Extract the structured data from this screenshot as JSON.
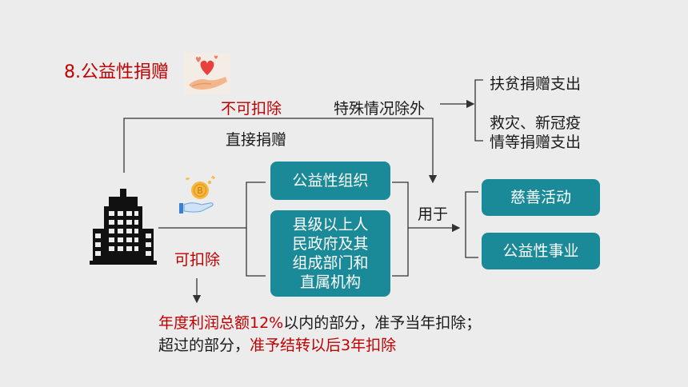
{
  "title": "8.公益性捐赠",
  "labels": {
    "not_deductible": "不可扣除",
    "special_cases": "特殊情况除外",
    "direct_donation": "直接捐赠",
    "deductible": "可扣除",
    "used_for": "用于"
  },
  "special_items": {
    "poverty": "扶贫捐赠支出",
    "disaster_line1": "救灾、新冠疫",
    "disaster_line2": "情等捐赠支出"
  },
  "recipients": {
    "org": "公益性组织",
    "gov_line1": "县级以上人",
    "gov_line2": "民政府及其",
    "gov_line3": "组成部门和",
    "gov_line4": "直属机构"
  },
  "uses": {
    "charity": "慈善活动",
    "public_welfare": "公益性事业"
  },
  "rule": {
    "part1_red": "年度利润总额12%",
    "part1_black": "以内的部分，准予当年扣除；",
    "part2_black": "超过的部分，",
    "part2_red": "准予结转以后3年扣除"
  },
  "colors": {
    "accent_red": "#c00000",
    "box_teal": "#1b8a98",
    "background": "#ececec"
  },
  "icons": [
    "heart-hand-icon",
    "coin-hand-icon",
    "building-icon"
  ]
}
